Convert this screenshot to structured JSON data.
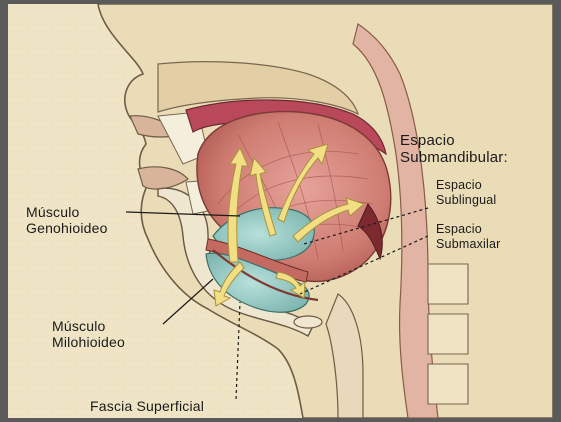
{
  "labels": {
    "genohioideo": {
      "line1": "Músculo",
      "line2": "Genohioideo"
    },
    "milohioideo": {
      "line1": "Músculo",
      "line2": "Milohioideo"
    },
    "fascia": "Fascia Superficial",
    "submandibular": {
      "line1": "Espacio",
      "line2": "Submandibular:"
    },
    "sublingual": {
      "line1": "Espacio",
      "line2": "Sublingual"
    },
    "submaxilar": {
      "line1": "Espacio",
      "line2": "Submaxilar"
    }
  },
  "colors": {
    "background": "#f0e7c9",
    "frame": "#5a5a5a",
    "tongue": "#c9736a",
    "space_blue": "#8fc4bf",
    "arrow": "#f2df85",
    "outline": "#3a2e22",
    "dark_red": "#a3323a"
  }
}
